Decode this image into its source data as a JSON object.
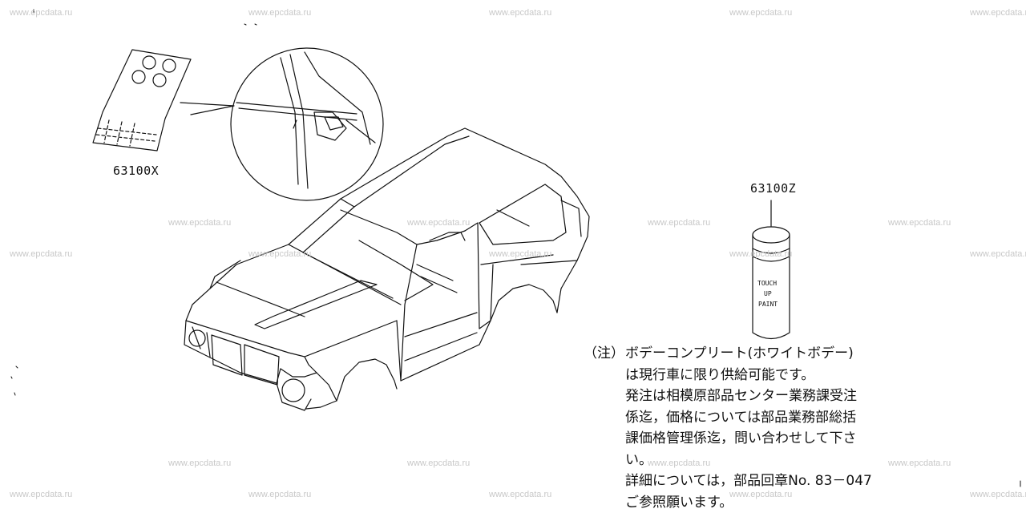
{
  "watermark": "www.epcdata.ru",
  "parts": {
    "label_sheet": "63100X",
    "touch_up_paint": "63100Z"
  },
  "can_text": [
    "TOUCH",
    "UP",
    "PAINT"
  ],
  "note": {
    "prefix": "（注）",
    "lines": [
      "ボデーコンプリート(ホワイトボデー)",
      "は現行車に限り供給可能です。",
      "発注は相模原部品センター業務課受注",
      "係迄，価格については部品業務部総括",
      "課価格管理係迄，問い合わせして下さ",
      "い。",
      "詳細については，部品回章No. 83－047",
      "ご参照願います。"
    ]
  }
}
